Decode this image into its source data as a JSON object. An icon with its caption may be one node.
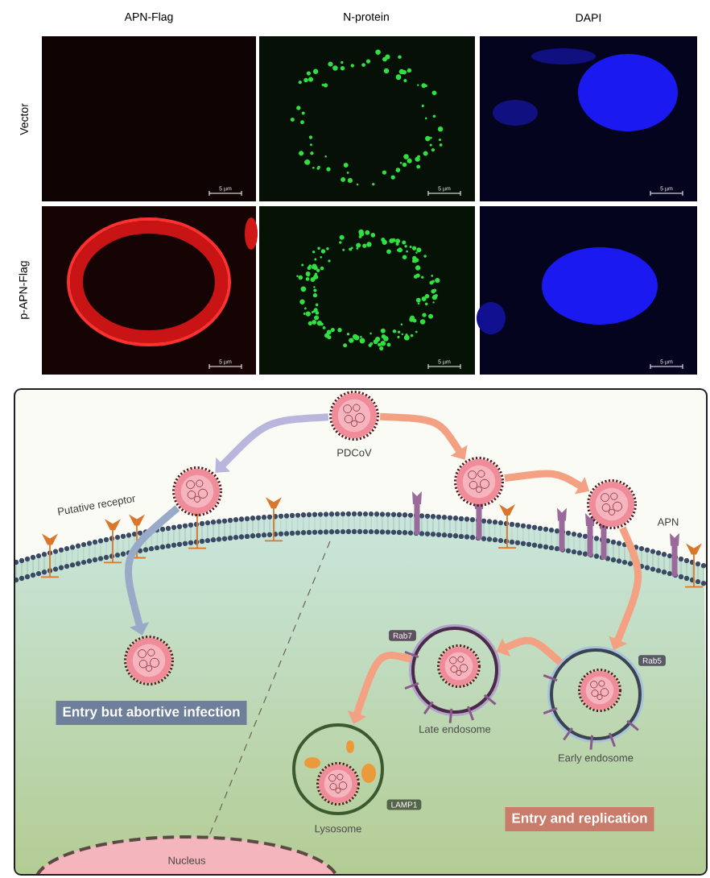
{
  "diagram": {
    "nodes": [
      {
        "text": [],
        "shape": "picture",
        "beside": [
          "PDCoV"
        ]
      },
      {
        "text": [],
        "shape": "picture"
      },
      {
        "text": [],
        "shape": "picture"
      },
      {
        "text": [],
        "shape": "picture"
      },
      {
        "text": [],
        "shape": "picture"
      },
      {
        "text": [
          "Rab7"
        ]
      },
      {
        "text": [
          "Late endosome"
        ]
      },
      {
        "text": [
          "Rab5"
        ]
      },
      {
        "text": [
          "Early endosome"
        ]
      },
      {
        "text": [
          "Entry but abortive infection"
        ]
      },
      {
        "text": [
          "Lysosome"
        ]
      },
      {
        "text": [
          "LAMP1"
        ]
      },
      {
        "text": [
          "Entry and replication"
        ]
      },
      {
        "text": [
          "Nucleus"
        ]
      }
    ],
    "edges": [
      {
        "from": 0,
        "to": 1,
        "arrow": "to",
        "color": "#b9b6dd"
      },
      {
        "from": 0,
        "to": 2,
        "arrow": "to"
      },
      {
        "from": 2,
        "to": 3,
        "arrow": "to"
      },
      {
        "from": 3,
        "to": 8,
        "arrow": "to"
      },
      {
        "from": 8,
        "to": 6,
        "arrow": "to"
      },
      {
        "from": 6,
        "to": 10,
        "arrow": "to"
      },
      {
        "from": 1,
        "to": 4,
        "arrow": "to",
        "color": "#98aac8"
      }
    ],
    "labels": [
      "APN-Flag",
      "N-protein",
      "DAPI",
      "Vector",
      "5 µm",
      "5 µm",
      "5 µm",
      "p-APN-Flag",
      "5 µm",
      "5 µm",
      "5 µm",
      "Putative receptor",
      "APN"
    ]
  }
}
